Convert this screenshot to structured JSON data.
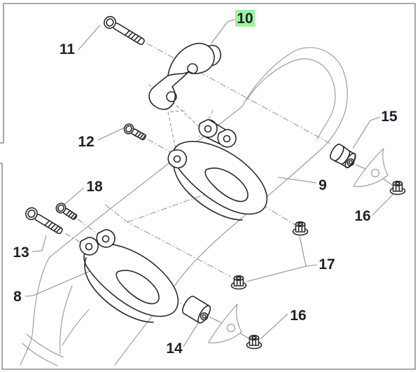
{
  "figure": {
    "type": "exploded-parts-diagram",
    "callouts": [
      {
        "id": "11",
        "text": "11",
        "highlighted": false
      },
      {
        "id": "10",
        "text": "10",
        "highlighted": true
      },
      {
        "id": "12",
        "text": "12",
        "highlighted": false
      },
      {
        "id": "18",
        "text": "18",
        "highlighted": false
      },
      {
        "id": "13",
        "text": "13",
        "highlighted": false
      },
      {
        "id": "8",
        "text": "8",
        "highlighted": false
      },
      {
        "id": "9",
        "text": "9",
        "highlighted": false
      },
      {
        "id": "15",
        "text": "15",
        "highlighted": false
      },
      {
        "id": "16",
        "text": "16",
        "highlighted": false
      },
      {
        "id": "17",
        "text": "17",
        "highlighted": false
      },
      {
        "id": "14",
        "text": "14",
        "highlighted": false
      },
      {
        "id": "16",
        "text": "16",
        "highlighted": false
      }
    ]
  },
  "colors": {
    "highlight_bg": "#9cf59c",
    "highlight_text": "#0e5a0e",
    "label_text": "#20202a",
    "part_line": "#2b2b2b",
    "aux_line": "#9e9e9e",
    "frame_line": "#8f8f8f",
    "background": "#ffffff"
  }
}
